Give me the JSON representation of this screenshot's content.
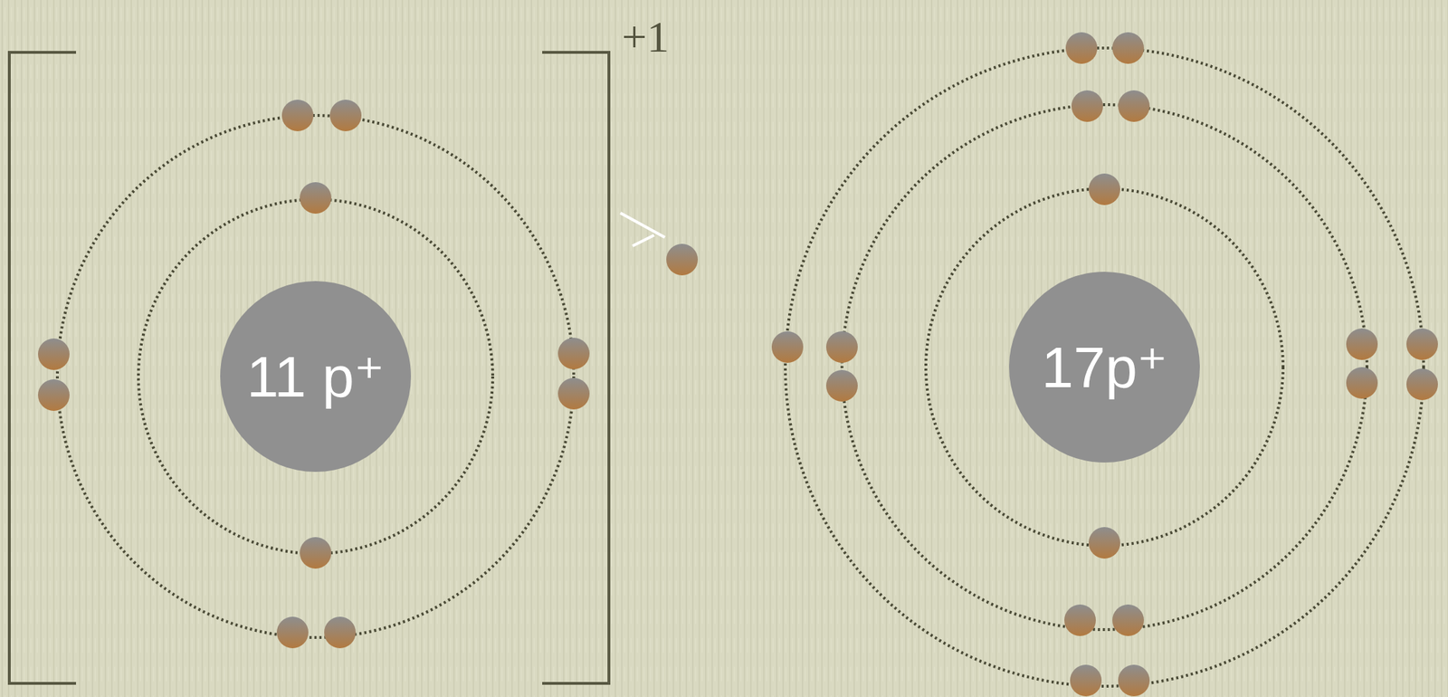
{
  "diagram": {
    "nodes": [
      {
        "text": [
          "11 p⁺"
        ]
      },
      {
        "text": [
          "17p⁺"
        ]
      }
    ],
    "labels": [
      "+1"
    ]
  }
}
